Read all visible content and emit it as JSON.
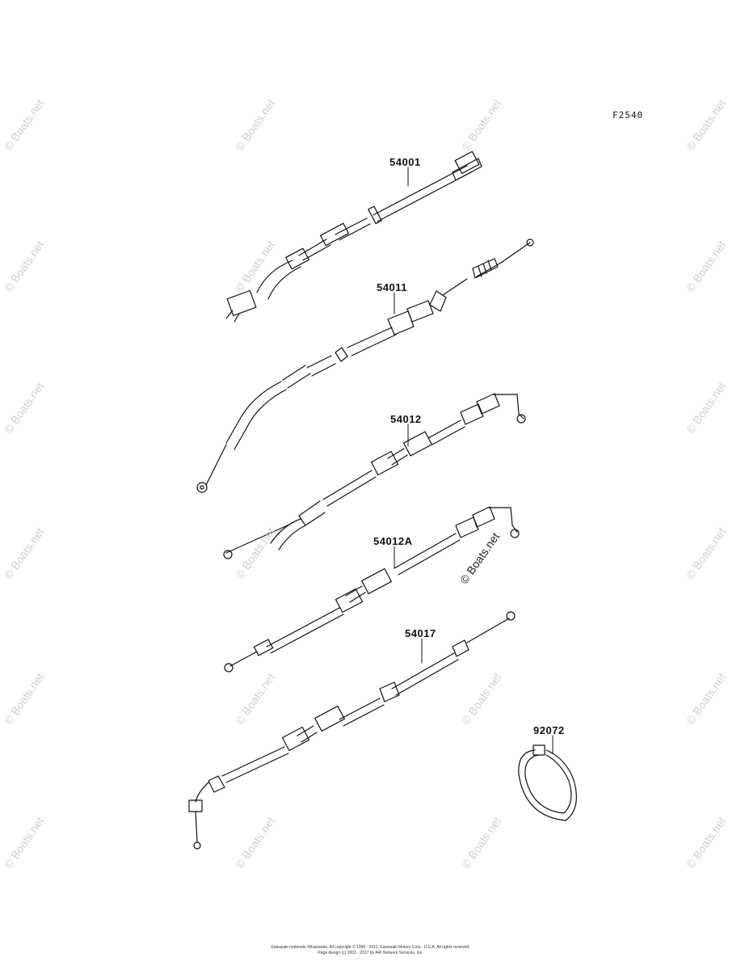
{
  "figure_code": "F2540",
  "watermark_text": "© Boats.net",
  "parts": [
    {
      "code": "54001"
    },
    {
      "code": "54011"
    },
    {
      "code": "54012"
    },
    {
      "code": "54012A"
    },
    {
      "code": "54017"
    },
    {
      "code": "92072"
    }
  ],
  "footer": {
    "line1": "Kawasaki materials ©Kawasaki, All copyright © 1995 - 2011, Kawasaki Motors Corp., U.S.A. All rights reserved.",
    "line2": "Page design (c) 2001 - 2017 by ARI Network Services, Inc."
  }
}
